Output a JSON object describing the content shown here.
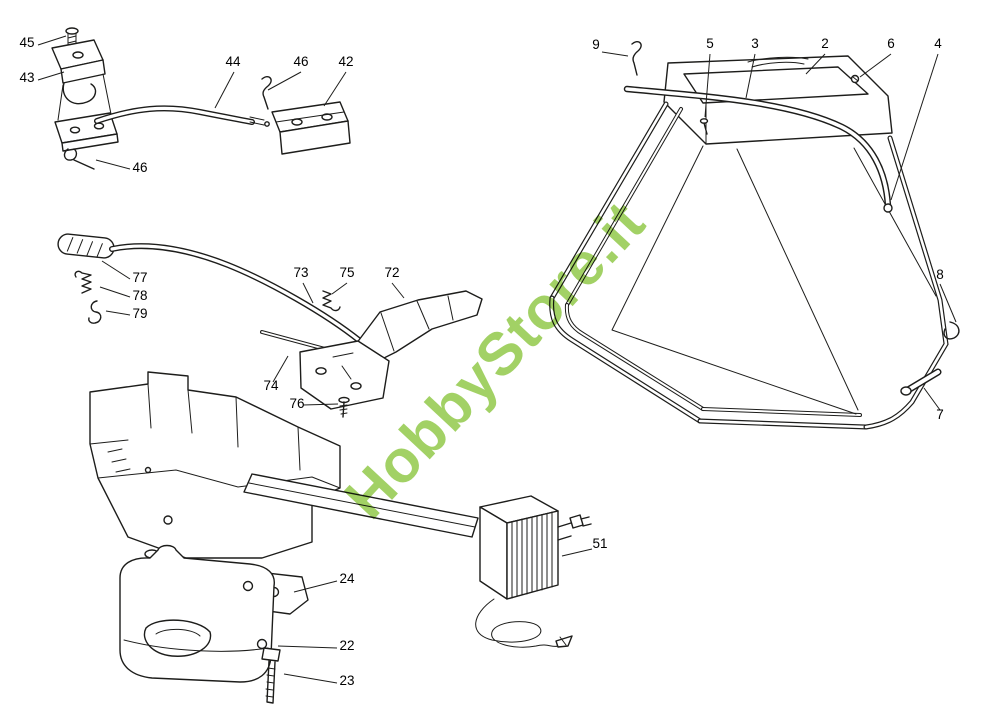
{
  "watermark": {
    "text": "HobbyStore.it",
    "color": "#8bc53f",
    "opacity": "0.8"
  },
  "diagram": {
    "ink_color": "#1d1d1b",
    "background": "#ffffff",
    "labels": [
      "45",
      "43",
      "44",
      "46",
      "42",
      "46",
      "77",
      "78",
      "79",
      "73",
      "75",
      "72",
      "74",
      "76",
      "24",
      "22",
      "23",
      "9",
      "5",
      "3",
      "2",
      "6",
      "4",
      "8",
      "7",
      "51"
    ]
  }
}
